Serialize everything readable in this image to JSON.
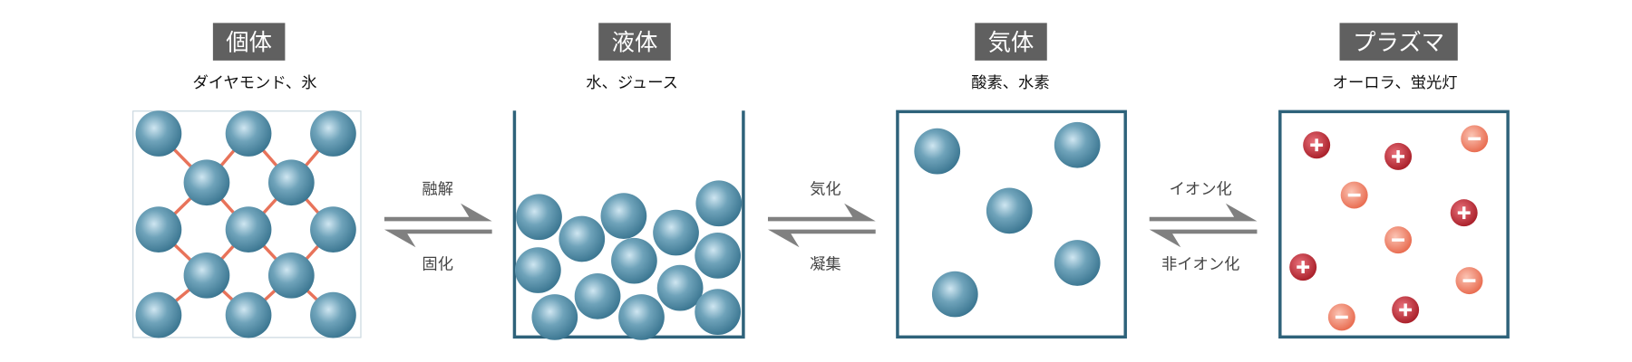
{
  "states": [
    {
      "title": "個体",
      "examples": "ダイヤモンド、氷"
    },
    {
      "title": "液体",
      "examples": "水、ジュース"
    },
    {
      "title": "気体",
      "examples": "酸素、水素"
    },
    {
      "title": "プラズマ",
      "examples": "オーロラ、蛍光灯"
    }
  ],
  "transitions": [
    {
      "forward": "融解",
      "backward": "固化"
    },
    {
      "forward": "気化",
      "backward": "凝集"
    },
    {
      "forward": "イオン化",
      "backward": "非イオン化"
    }
  ],
  "ions": {
    "positive": "+",
    "negative": "−"
  },
  "colors": {
    "title_bg": "#606060",
    "frame": "#2e627a",
    "particle": "#4a86a0",
    "bond": "#e8735a",
    "positive_ion": "#b8252e",
    "negative_ion": "#ef7c62",
    "arrow": "#808080"
  }
}
